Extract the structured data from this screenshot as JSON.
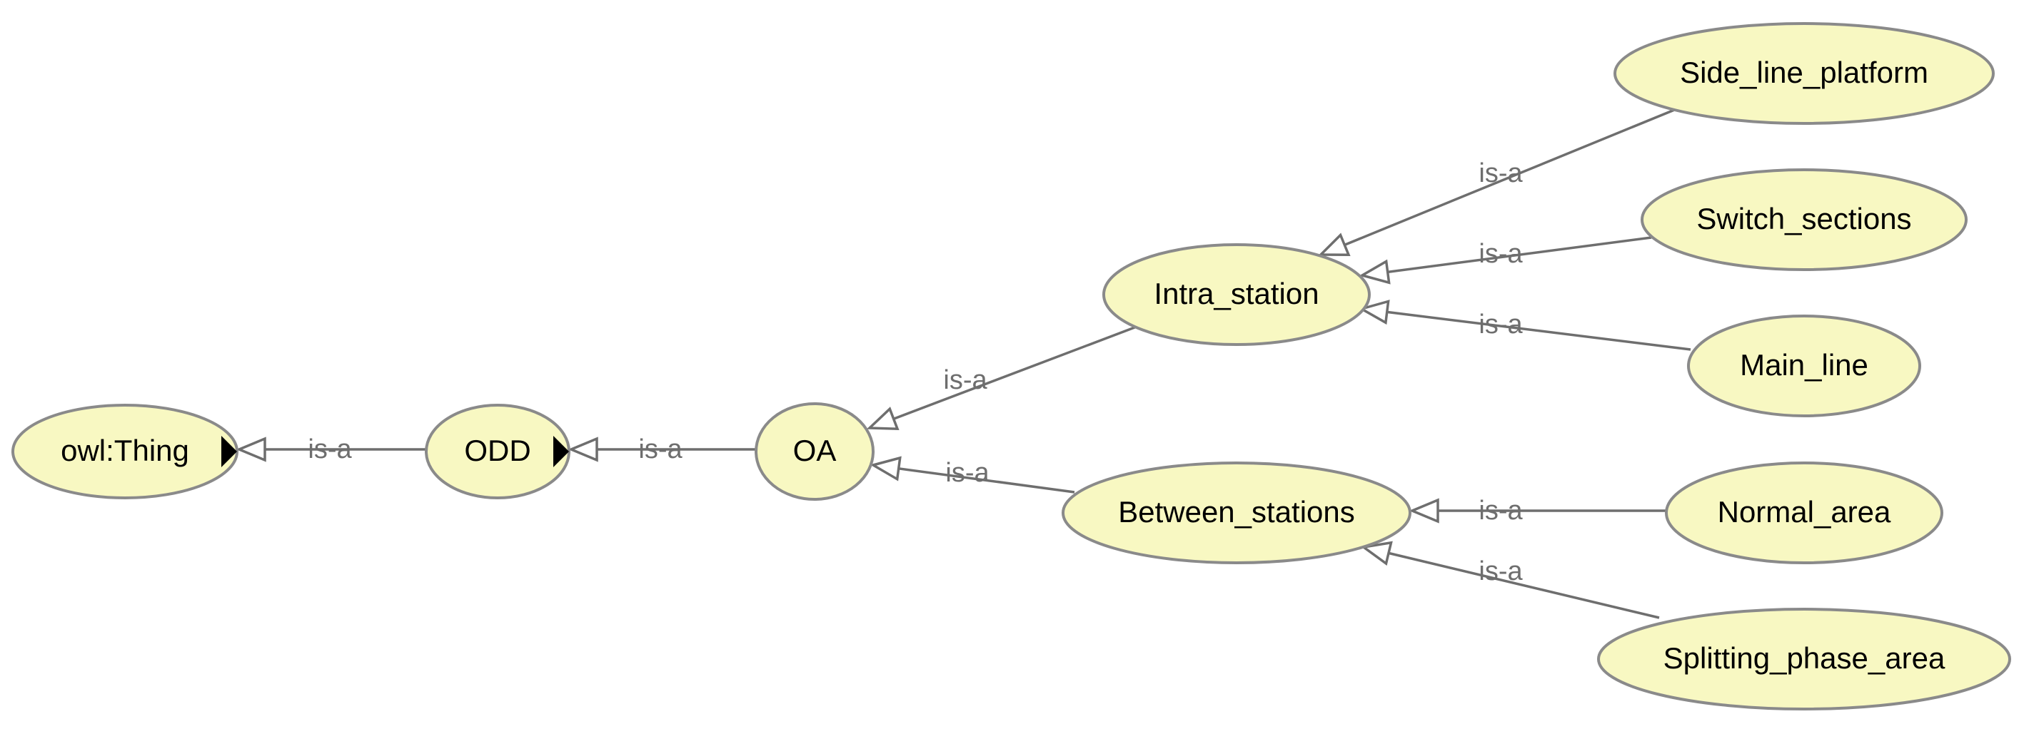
{
  "diagram": {
    "nodes": [
      {
        "id": "owl_thing",
        "label": "owl:Thing",
        "has_expand_marker": true
      },
      {
        "id": "odd",
        "label": "ODD",
        "has_expand_marker": true
      },
      {
        "id": "oa",
        "label": "OA",
        "has_expand_marker": false
      },
      {
        "id": "intra_station",
        "label": "Intra_station",
        "has_expand_marker": false
      },
      {
        "id": "between_stations",
        "label": "Between_stations",
        "has_expand_marker": false
      },
      {
        "id": "side_line_platform",
        "label": "Side_line_platform",
        "has_expand_marker": false
      },
      {
        "id": "switch_sections",
        "label": "Switch_sections",
        "has_expand_marker": false
      },
      {
        "id": "main_line",
        "label": "Main_line",
        "has_expand_marker": false
      },
      {
        "id": "normal_area",
        "label": "Normal_area",
        "has_expand_marker": false
      },
      {
        "id": "splitting_phase_area",
        "label": "Splitting_phase_area",
        "has_expand_marker": false
      }
    ],
    "edges": [
      {
        "from": "odd",
        "to": "owl_thing",
        "label": "is-a"
      },
      {
        "from": "oa",
        "to": "odd",
        "label": "is-a"
      },
      {
        "from": "intra_station",
        "to": "oa",
        "label": "is-a"
      },
      {
        "from": "between_stations",
        "to": "oa",
        "label": "is-a"
      },
      {
        "from": "side_line_platform",
        "to": "intra_station",
        "label": "is-a"
      },
      {
        "from": "switch_sections",
        "to": "intra_station",
        "label": "is-a"
      },
      {
        "from": "main_line",
        "to": "intra_station",
        "label": "is-a"
      },
      {
        "from": "normal_area",
        "to": "between_stations",
        "label": "is-a"
      },
      {
        "from": "splitting_phase_area",
        "to": "between_stations",
        "label": "is-a"
      }
    ],
    "colors": {
      "node_fill": "#f8f8c2",
      "node_stroke": "#8a8a8a",
      "edge": "#6e6e6e",
      "label_text": "#000000"
    },
    "icons": {
      "expand_marker": "triangle-right-icon",
      "arrowhead": "hollow-triangle-arrow-icon"
    }
  }
}
